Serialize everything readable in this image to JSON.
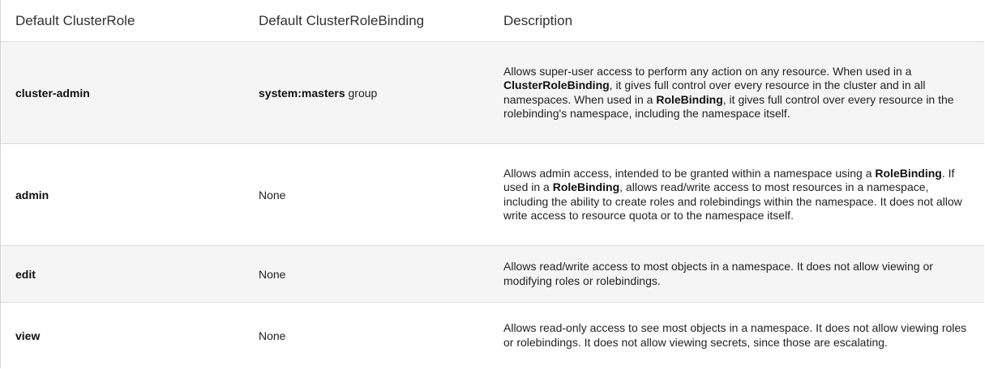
{
  "table": {
    "headers": [
      "Default ClusterRole",
      "Default ClusterRoleBinding",
      "Description"
    ],
    "rows": [
      {
        "role": "cluster-admin",
        "binding_bold": "system:masters",
        "binding_rest": " group",
        "desc": [
          {
            "t": "Allows super-user access to perform any action on any resource. When used in a "
          },
          {
            "t": "ClusterRoleBinding",
            "b": true
          },
          {
            "t": ", it gives full control over every resource in the cluster and in all namespaces. When used in a "
          },
          {
            "t": "RoleBinding",
            "b": true
          },
          {
            "t": ", it gives full control over every resource in the rolebinding's namespace, including the namespace itself."
          }
        ]
      },
      {
        "role": "admin",
        "binding_bold": "",
        "binding_rest": "None",
        "desc": [
          {
            "t": "Allows admin access, intended to be granted within a namespace using a "
          },
          {
            "t": "RoleBinding",
            "b": true
          },
          {
            "t": ". If used in a "
          },
          {
            "t": "RoleBinding",
            "b": true
          },
          {
            "t": ", allows read/write access to most resources in a namespace, including the ability to create roles and rolebindings within the namespace. It does not allow write access to resource quota or to the namespace itself."
          }
        ]
      },
      {
        "role": "edit",
        "binding_bold": "",
        "binding_rest": "None",
        "desc": [
          {
            "t": "Allows read/write access to most objects in a namespace. It does not allow viewing or modifying roles or rolebindings."
          }
        ]
      },
      {
        "role": "view",
        "binding_bold": "",
        "binding_rest": "None",
        "desc": [
          {
            "t": "Allows read-only access to see most objects in a namespace. It does not allow viewing roles or rolebindings. It does not allow viewing secrets, since those are escalating."
          }
        ]
      }
    ]
  }
}
